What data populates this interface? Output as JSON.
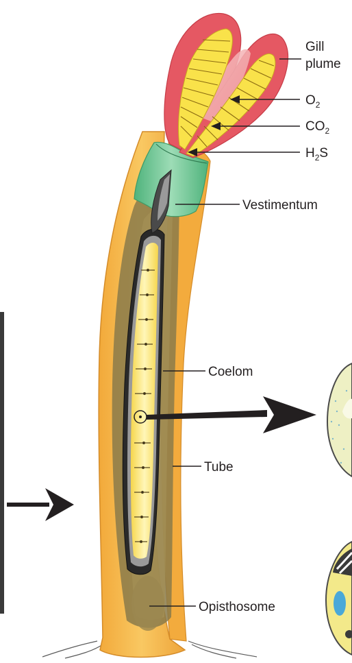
{
  "labels": {
    "gill_plume_line1": "Gill",
    "gill_plume_line2": "plume",
    "o2_main": "O",
    "o2_sub": "2",
    "co2_main": "CO",
    "co2_sub": "2",
    "h2s_h": "H",
    "h2s_sub": "2",
    "h2s_s": "S",
    "vestimentum": "Vestimentum",
    "coelom": "Coelom",
    "tube": "Tube",
    "opisthosome": "Opisthosome"
  },
  "colors": {
    "tube_outer": "#f4b33c",
    "tube_inner": "#c9a24e",
    "body_brown": "#8c7a4b",
    "trophosome_yellow": "#fbe66a",
    "plume_red": "#e8545f",
    "vestimentum_green": "#5fbf8a",
    "leader_line": "#231f20"
  }
}
